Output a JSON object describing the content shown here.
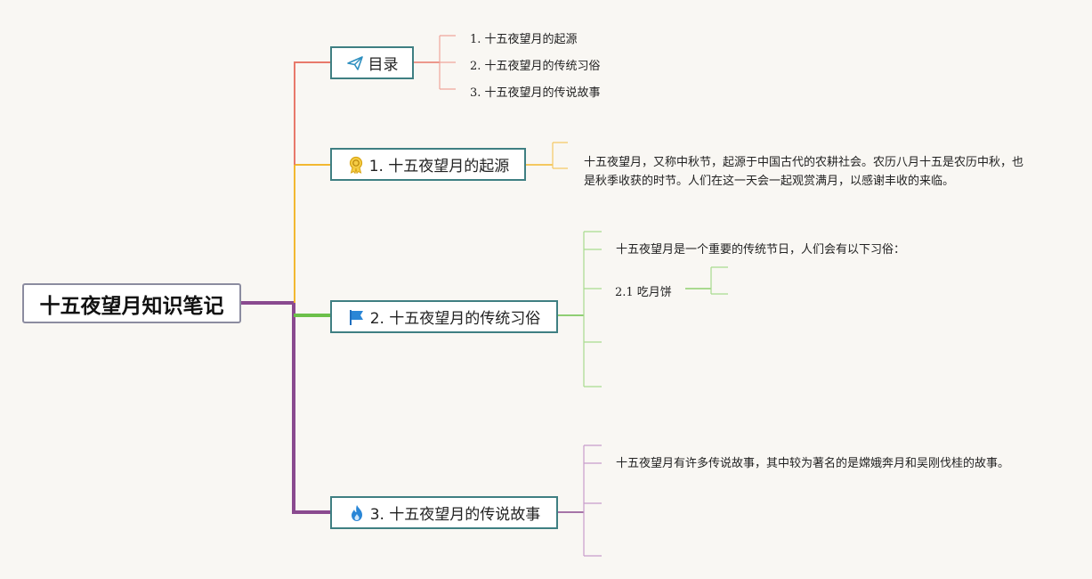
{
  "root": {
    "title": "十五夜望月知识笔记"
  },
  "topics": {
    "toc": {
      "title": "目录",
      "items": [
        "1. 十五夜望月的起源",
        "2. 十五夜望月的传统习俗",
        "3. 十五夜望月的传说故事"
      ]
    },
    "origin": {
      "title": "1. 十五夜望月的起源",
      "text": "十五夜望月，又称中秋节，起源于中国古代的农耕社会。农历八月十五是农历中秋，也是秋季收获的时节。人们在这一天会一起观赏满月，以感谢丰收的来临。"
    },
    "customs": {
      "title": "2. 十五夜望月的传统习俗",
      "intro": "十五夜望月是一个重要的传统节日，人们会有以下习俗：",
      "sub": "2.1 吃月饼"
    },
    "legends": {
      "title": "3. 十五夜望月的传说故事",
      "text": "十五夜望月有许多传说故事，其中较为著名的是嫦娥奔月和吴刚伐桂的故事。"
    }
  },
  "icons": {
    "toc": "paper-plane-icon",
    "origin": "medal-icon",
    "customs": "flag-icon",
    "legends": "flame-icon"
  },
  "colors": {
    "toc": "#e8796b",
    "origin": "#f2b830",
    "customs": "#6cc04a",
    "legends": "#8a4a8f",
    "node_border": "#3f7f82"
  }
}
